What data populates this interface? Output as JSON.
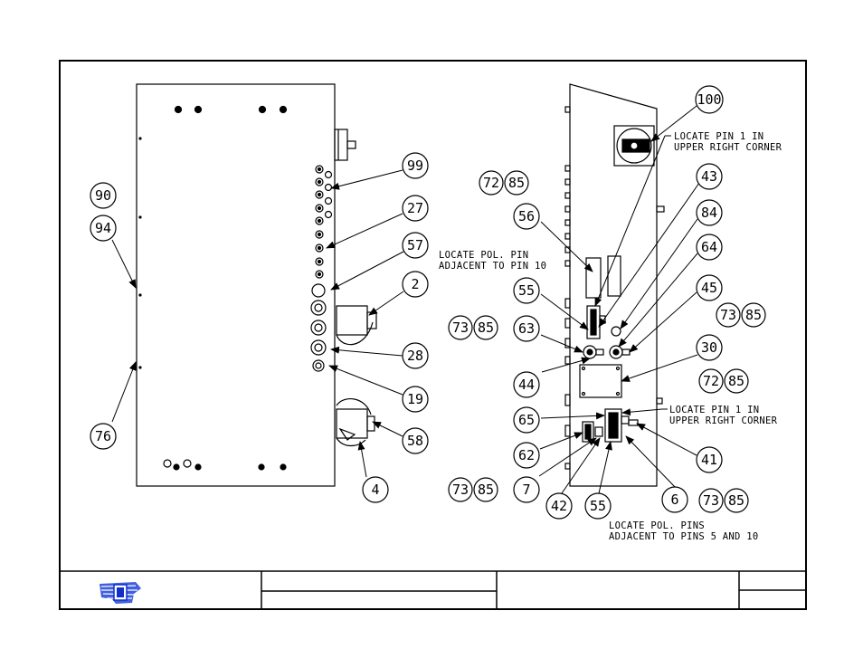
{
  "notes": {
    "pin1_upper_top_l1": "LOCATE PIN 1 IN",
    "pin1_upper_top_l2": "UPPER RIGHT CORNER",
    "pol_pin_l1": "LOCATE POL. PIN",
    "pol_pin_l2": "ADJACENT TO PIN 10",
    "pin1_lower_l1": "LOCATE PIN 1 IN",
    "pin1_lower_l2": "UPPER RIGHT CORNER",
    "pol_pins_l1": "LOCATE POL. PINS",
    "pol_pins_l2": "ADJACENT TO PINS 5 AND 10"
  },
  "balloons": {
    "b90": "90",
    "b94": "94",
    "b76": "76",
    "b99": "99",
    "b27": "27",
    "b57": "57",
    "b2": "2",
    "b28": "28",
    "b19": "19",
    "b58": "58",
    "b4": "4",
    "b100": "100",
    "b43": "43",
    "b84": "84",
    "b64": "64",
    "b45": "45",
    "b30": "30",
    "b41": "41",
    "b6": "6",
    "b56": "56",
    "b55a": "55",
    "b63": "63",
    "b44": "44",
    "b65": "65",
    "b62": "62",
    "b7": "7",
    "b42": "42",
    "b55b": "55",
    "p1a": "72",
    "p1b": "85",
    "p2a": "73",
    "p2b": "85",
    "p3a": "73",
    "p3b": "85",
    "p4a": "72",
    "p4b": "85",
    "p5a": "73",
    "p5b": "85",
    "p6a": "73",
    "p6b": "85"
  },
  "logo": {
    "icon": "company-logo-icon",
    "color": "#1030c8"
  }
}
